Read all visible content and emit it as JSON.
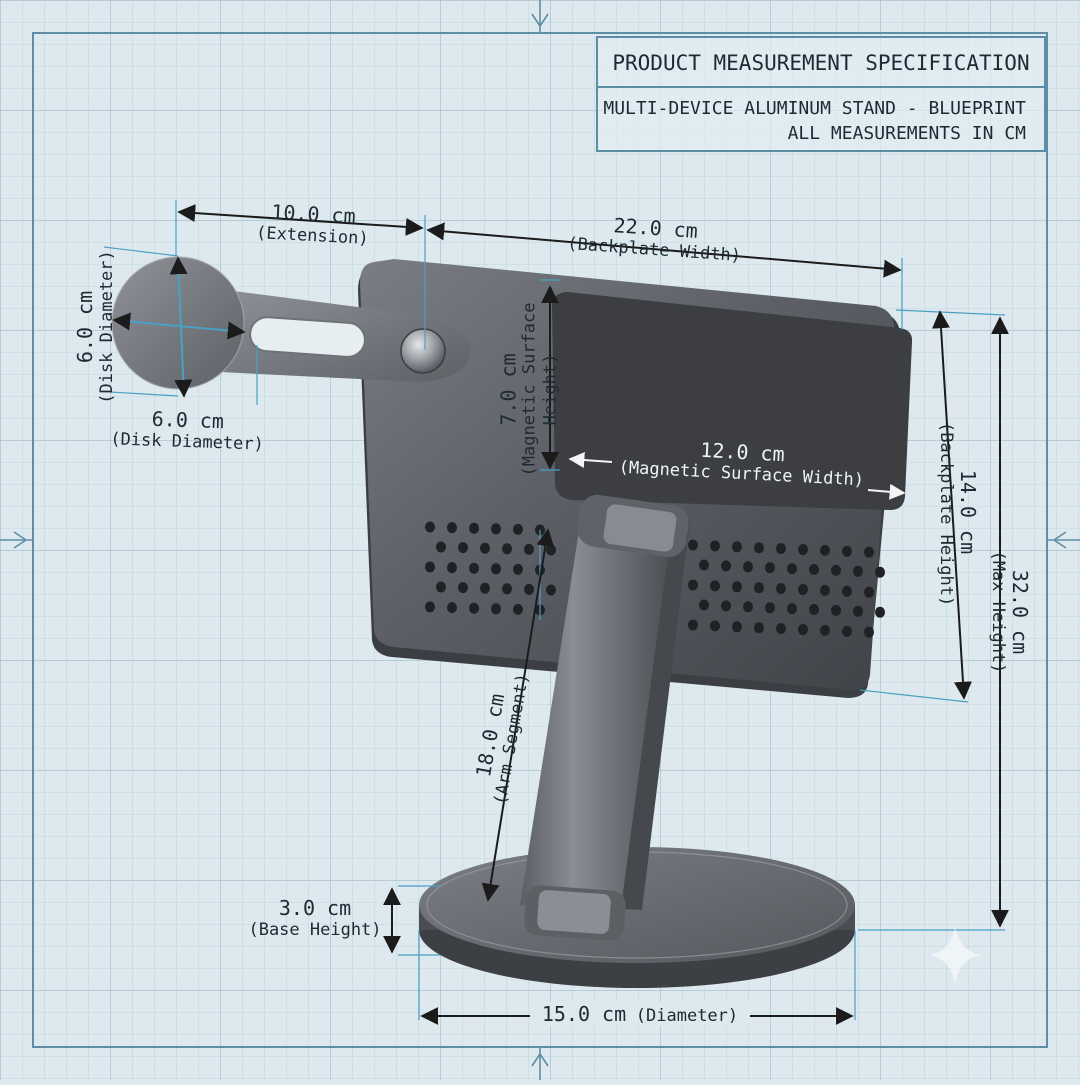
{
  "title_block": {
    "heading": "PRODUCT MEASUREMENT SPECIFICATION",
    "line1": "MULTI-DEVICE ALUMINUM STAND - BLUEPRINT",
    "line2": "ALL MEASUREMENTS IN CM"
  },
  "dimensions": {
    "extension": {
      "value": "10.0 cm",
      "label": "(Extension)"
    },
    "backplate_width": {
      "value": "22.0 cm",
      "label": "(Backplate Width)"
    },
    "disk_diameter_vertical": {
      "value": "6.0 cm",
      "label": "(Disk Diameter)"
    },
    "disk_diameter_horizontal": {
      "value": "6.0 cm",
      "label": "(Disk Diameter)"
    },
    "magnetic_surface_height": {
      "value": "7.0 cm",
      "label1": "(Magnetic Surface",
      "label2": "Height)"
    },
    "magnetic_surface_width": {
      "value": "12.0 cm",
      "label": "(Magnetic Surface Width)"
    },
    "backplate_height": {
      "value": "14.0 cm",
      "label": "(Backplate Height)"
    },
    "max_height": {
      "value": "32.0 cm",
      "label": "(Max Height)"
    },
    "arm_segment": {
      "value": "18.0 cm",
      "label": "(Arm Segment)"
    },
    "base_height": {
      "value": "3.0 cm",
      "label": "(Base Height)"
    },
    "base_diameter": {
      "value": "15.0 cm",
      "label": "(Diameter)"
    }
  },
  "colors": {
    "background": "#dde9ef",
    "grid_line": "#9fbccb",
    "frame_line": "#5e8ea6",
    "dimension_line": "#1b1b1b",
    "extension_line": "#4aa0c4",
    "metal_dark": "#4a4d52",
    "metal_light": "#7b7f85",
    "magnetic_pad": "#3c3e42"
  }
}
